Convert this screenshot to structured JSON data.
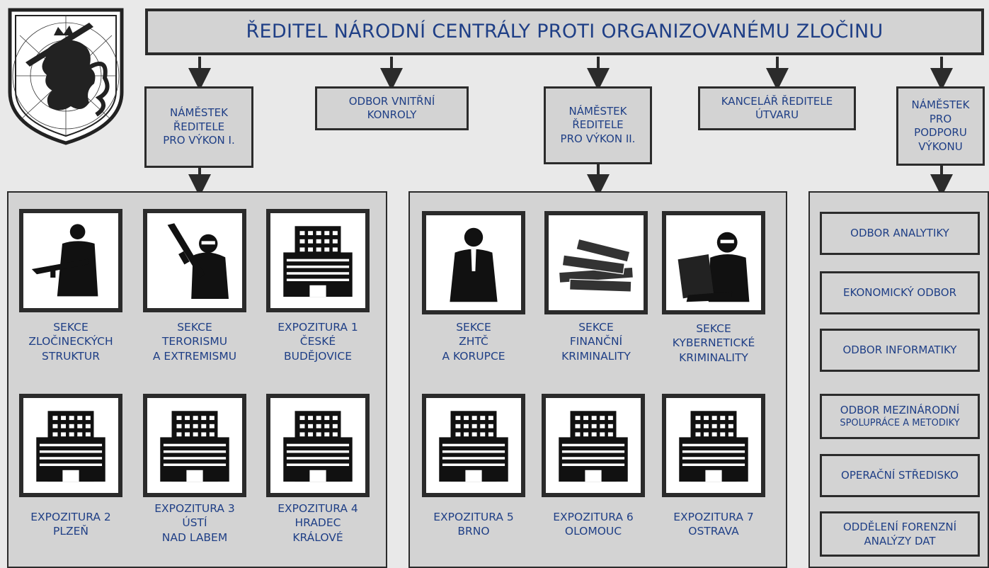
{
  "emblem": {
    "icon": "lion-with-sword-emblem-icon"
  },
  "header": {
    "title": "ŘEDITEL NÁRODNÍ CENTRÁLY PROTI ORGANIZOVANÉMU ZLOČINU"
  },
  "level2": {
    "deputy1": [
      "NÁMĚSTEK",
      "ŘEDITELE",
      "PRO VÝKON I."
    ],
    "internal_control": [
      "ODBOR VNITŘNÍ",
      "KONROLY"
    ],
    "deputy2": [
      "NÁMĚSTEK",
      "ŘEDITELE",
      "PRO VÝKON II."
    ],
    "office": [
      "KANCELÁŘ ŘEDITELE",
      "ÚTVARU"
    ],
    "deputy_support": [
      "NÁMĚSTEK",
      "PRO",
      "PODPORU",
      "VÝKONU"
    ]
  },
  "panel1": {
    "units": [
      {
        "icon": "gangster-with-rifle-icon",
        "lines": [
          "SEKCE",
          "ZLOČINECKÝCH",
          "STRUKTUR"
        ]
      },
      {
        "icon": "terrorist-with-rifle-icon",
        "lines": [
          "SEKCE",
          "TERORISMU",
          "A EXTREMISMU"
        ]
      },
      {
        "icon": "office-building-icon",
        "lines": [
          "EXPOZITURA 1",
          "ČESKÉ",
          "BUDĚJOVICE"
        ]
      },
      {
        "icon": "office-building-icon",
        "lines": [
          "EXPOZITURA 2",
          "PLZEŇ"
        ]
      },
      {
        "icon": "office-building-icon",
        "lines": [
          "EXPOZITURA 3",
          "ÚSTÍ",
          "NAD LABEM"
        ]
      },
      {
        "icon": "office-building-icon",
        "lines": [
          "EXPOZITURA 4",
          "HRADEC",
          "KRÁLOVÉ"
        ]
      }
    ]
  },
  "panel2": {
    "units": [
      {
        "icon": "businessman-silhouette-icon",
        "lines": [
          "SEKCE",
          "ZHTČ",
          "A KORUPCE"
        ]
      },
      {
        "icon": "money-stacks-icon",
        "lines": [
          "SEKCE",
          "FINANČNÍ",
          "KRIMINALITY"
        ]
      },
      {
        "icon": "hacker-with-laptop-icon",
        "lines": [
          "SEKCE",
          "KYBERNETICKÉ",
          "KRIMINALITY"
        ]
      },
      {
        "icon": "office-building-icon",
        "lines": [
          "EXPOZITURA 5",
          "BRNO"
        ]
      },
      {
        "icon": "office-building-icon",
        "lines": [
          "EXPOZITURA 6",
          "OLOMOUC"
        ]
      },
      {
        "icon": "office-building-icon",
        "lines": [
          "EXPOZITURA 7",
          "OSTRAVA"
        ]
      }
    ]
  },
  "panel3": {
    "departments": [
      {
        "line1": "ODBOR ANALYTIKY"
      },
      {
        "line1": "EKONOMICKÝ ODBOR"
      },
      {
        "line1": "ODBOR INFORMATIKY"
      },
      {
        "line1": "ODBOR MEZINÁRODNÍ",
        "line2": "SPOLUPRÁCE A METODIKY"
      },
      {
        "line1": "OPERAČNÍ STŘEDISKO"
      },
      {
        "line1": "ODDĚLENÍ FORENZNÍ",
        "line2": "ANALÝZY DAT"
      }
    ]
  }
}
